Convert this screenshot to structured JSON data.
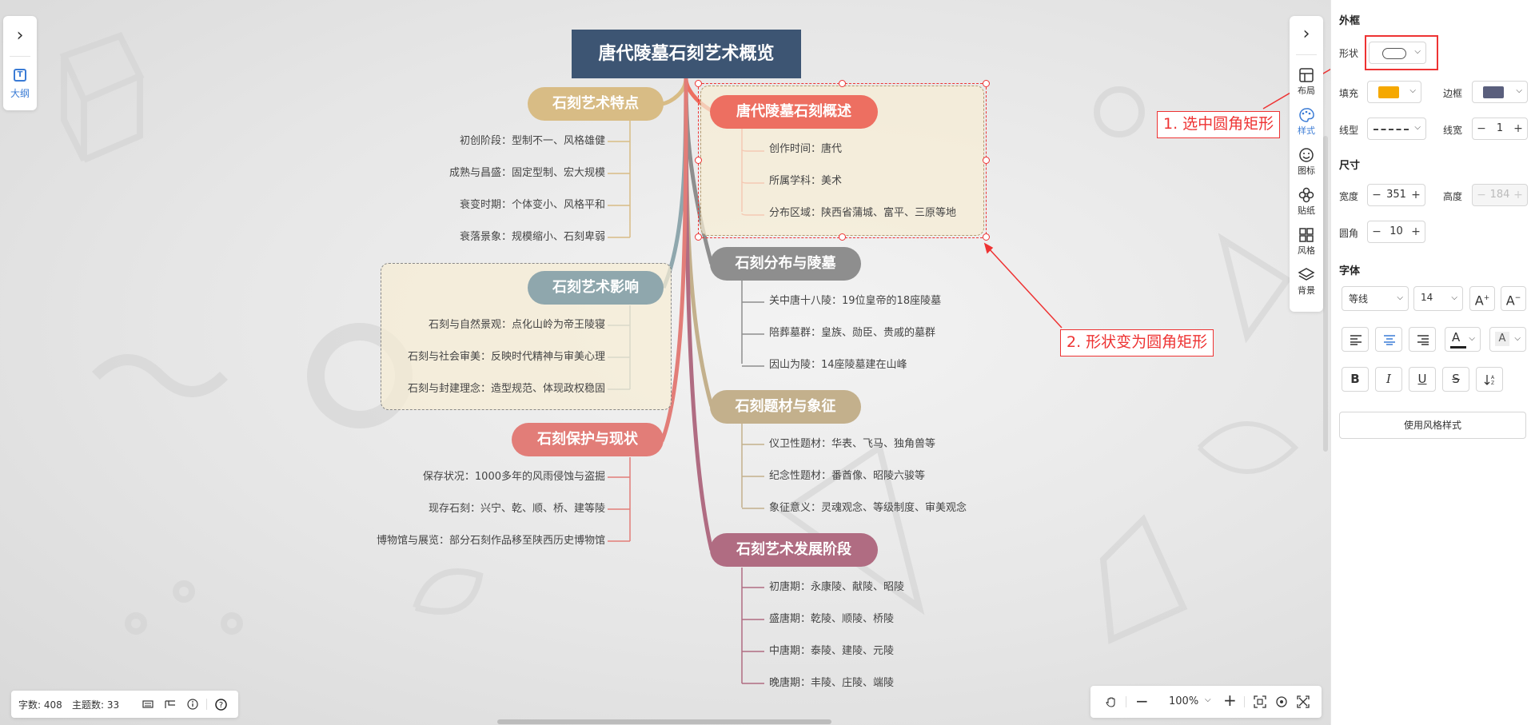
{
  "outline_panel": {
    "label": "大纲"
  },
  "mindmap": {
    "root": "唐代陵墓石刻艺术概览",
    "right_topics": [
      {
        "title": "唐代陵墓石刻概述",
        "color": "#ed6f61",
        "children": [
          "创作时间：唐代",
          "所属学科：美术",
          "分布区域：陕西省蒲城、富平、三原等地"
        ]
      },
      {
        "title": "石刻分布与陵墓",
        "color": "#8e8e8e",
        "children": [
          "关中唐十八陵：19位皇帝的18座陵墓",
          "陪葬墓群：皇族、勋臣、贵戚的墓群",
          "因山为陵：14座陵墓建在山峰"
        ]
      },
      {
        "title": "石刻题材与象征",
        "color": "#c3b08c",
        "children": [
          "仪卫性题材：华表、飞马、独角兽等",
          "纪念性题材：番酋像、昭陵六骏等",
          "象征意义：灵魂观念、等级制度、审美观念"
        ]
      },
      {
        "title": "石刻艺术发展阶段",
        "color": "#b06c82",
        "children": [
          "初唐期：永康陵、献陵、昭陵",
          "盛唐期：乾陵、顺陵、桥陵",
          "中唐期：泰陵、建陵、元陵",
          "晚唐期：丰陵、庄陵、端陵"
        ]
      }
    ],
    "left_topics": [
      {
        "title": "石刻艺术特点",
        "color": "#d8bc85",
        "children": [
          "初创阶段：型制不一、风格雄健",
          "成熟与昌盛：固定型制、宏大规模",
          "衰变时期：个体变小、风格平和",
          "衰落景象：规模缩小、石刻卑弱"
        ]
      },
      {
        "title": "石刻艺术影响",
        "color": "#8fa7ad",
        "children": [
          "石刻与自然景观：点化山岭为帝王陵寝",
          "石刻与社会审美：反映时代精神与审美心理",
          "石刻与封建理念：造型规范、体现政权稳固"
        ]
      },
      {
        "title": "石刻保护与现状",
        "color": "#e27d78",
        "children": [
          "保存状况：1000多年的风雨侵蚀与盗掘",
          "现存石刻：兴宁、乾、顺、桥、建等陵",
          "博物馆与展览：部分石刻作品移至陕西历史博物馆"
        ]
      }
    ]
  },
  "annotations": {
    "step1": "1. 选中圆角矩形",
    "step2": "2. 形状变为圆角矩形"
  },
  "status": {
    "word_count_label": "字数: 408",
    "topic_count_label": "主题数: 33"
  },
  "zoom": {
    "level": "100%"
  },
  "right_tools": [
    {
      "label": "布局",
      "icon": "layout-icon"
    },
    {
      "label": "样式",
      "icon": "palette-icon"
    },
    {
      "label": "图标",
      "icon": "smiley-icon"
    },
    {
      "label": "贴纸",
      "icon": "sticker-icon"
    },
    {
      "label": "风格",
      "icon": "grid-style-icon"
    },
    {
      "label": "背景",
      "icon": "layers-icon"
    }
  ],
  "style_panel": {
    "frame_section": "外框",
    "shape_label": "形状",
    "fill_label": "填充",
    "fill_color": "#f5a800",
    "border_label": "边框",
    "border_color": "#5a5f7d",
    "line_type_label": "线型",
    "line_width_label": "线宽",
    "line_width_value": "1",
    "size_section": "尺寸",
    "width_label": "宽度",
    "width_value": "351",
    "height_label": "高度",
    "height_value": "184",
    "radius_label": "圆角",
    "radius_value": "10",
    "font_section": "字体",
    "font_family": "等线",
    "font_size": "14",
    "apply_style_button": "使用风格样式"
  }
}
